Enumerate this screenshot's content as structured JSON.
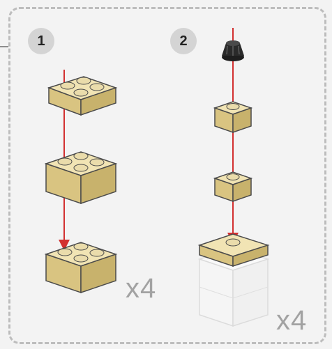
{
  "step1": {
    "number": "1",
    "multiplier": "x4"
  },
  "step2": {
    "number": "2",
    "multiplier": "x4"
  },
  "colors": {
    "brick": "#e9d9a2",
    "arrow": "#d23030",
    "frame": "#bdbdbd",
    "badge": "#d4d4d4",
    "background": "#f3f3f3"
  }
}
